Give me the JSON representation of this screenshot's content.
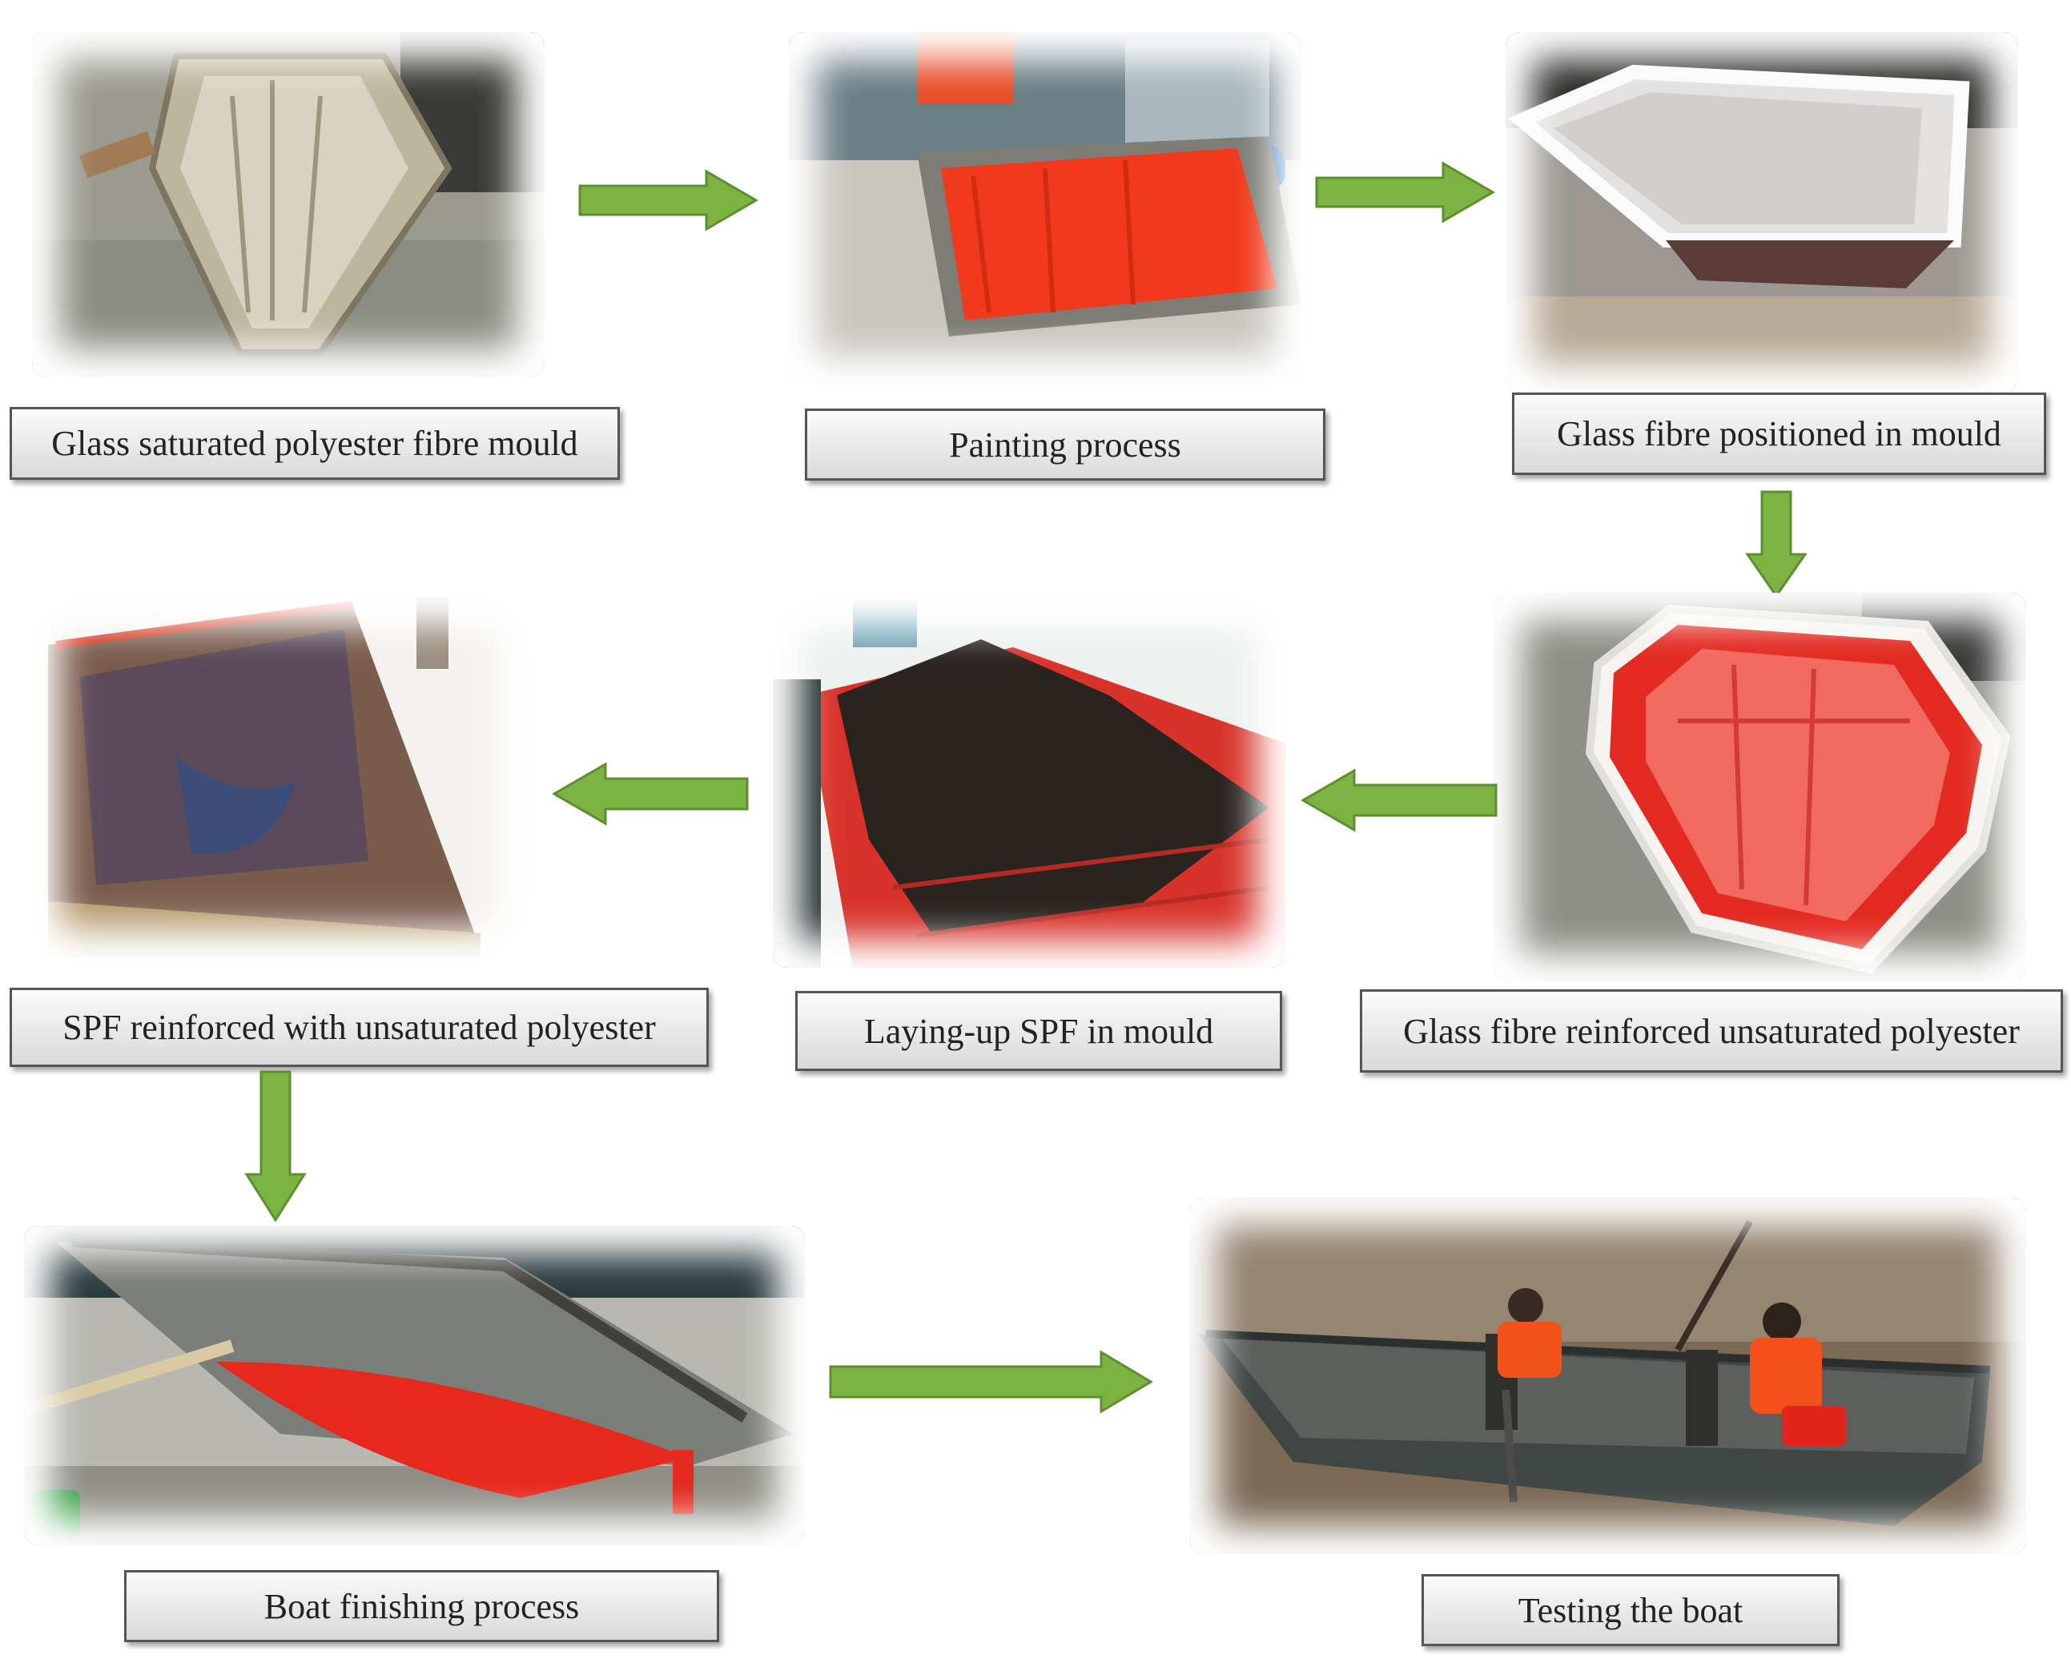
{
  "steps": [
    {
      "label": "Glass saturated polyester fibre mould",
      "image": "boat-mould-photo"
    },
    {
      "label": "Painting process",
      "image": "painting-photo"
    },
    {
      "label": "Glass fibre positioned in mould",
      "image": "glass-fibre-photo"
    },
    {
      "label": "Glass fibre reinforced unsaturated polyester",
      "image": "red-hull-photo"
    },
    {
      "label": "Laying-up SPF in mould",
      "image": "spf-layup-photo"
    },
    {
      "label": "SPF reinforced with unsaturated polyester",
      "image": "spf-reinforced-photo"
    },
    {
      "label": "Boat finishing process",
      "image": "finishing-photo"
    },
    {
      "label": "Testing the boat",
      "image": "testing-photo"
    }
  ],
  "colors": {
    "arrow": "#7cb342",
    "arrow_edge": "#5e8f2d",
    "label_border": "#555555"
  }
}
